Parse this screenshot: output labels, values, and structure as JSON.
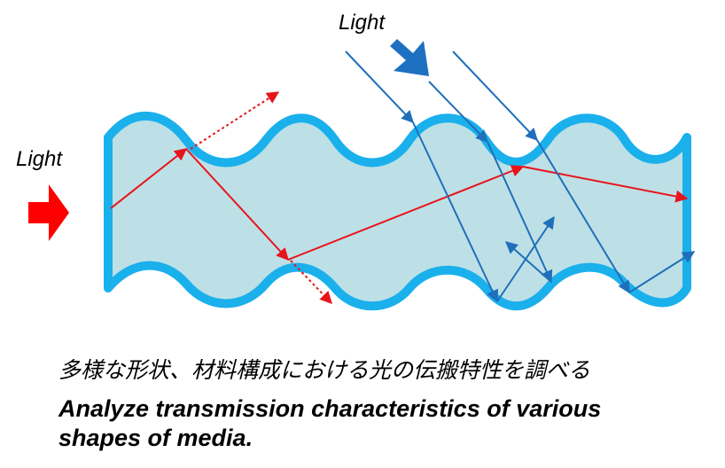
{
  "diagram": {
    "light_label_left": "Light",
    "light_label_top": "Light",
    "medium_fill": "#bde0e6",
    "medium_border": "#1ab0ec",
    "reflected_ray_color": "#e8141c",
    "scattered_ray_color": "#1f6fba",
    "left_arrow_color": "#ff0000",
    "top_arrow_color": "#1e70c1"
  },
  "caption": {
    "japanese": "多様な形状、材料構成における光の伝搬特性を調べる",
    "english_line1": "Analyze transmission characteristics of various",
    "english_line2": "shapes of media."
  }
}
